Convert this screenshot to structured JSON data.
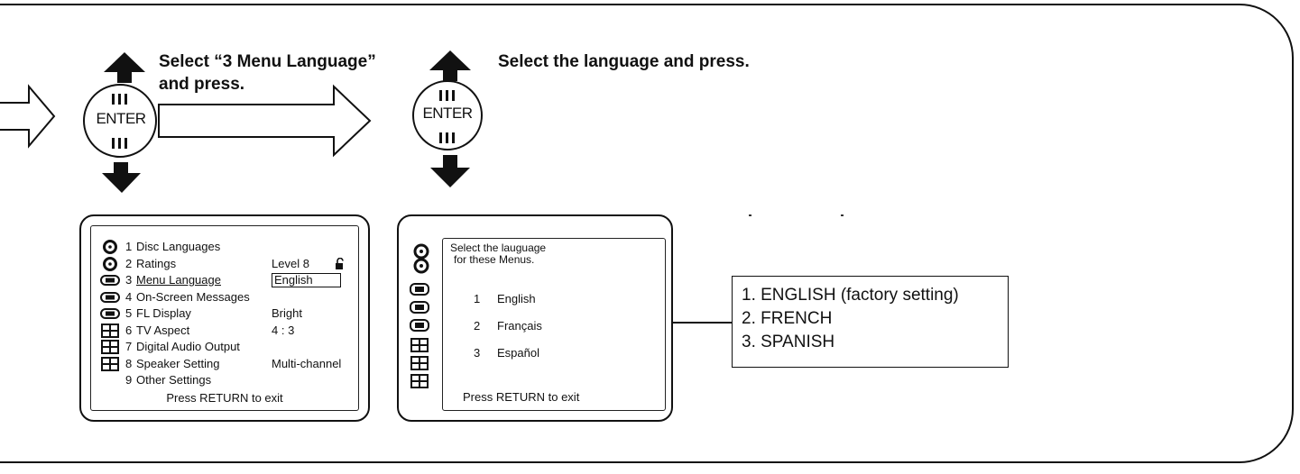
{
  "instructions": {
    "step1_line1": "Select “3 Menu Language”",
    "step1_line2": "and press.",
    "step2": "Select the language and press."
  },
  "enter_button": {
    "label": "ENTER"
  },
  "setup_menu": {
    "items": [
      {
        "num": "1",
        "label": "Disc Languages",
        "value": "",
        "icon": "disc-icon"
      },
      {
        "num": "2",
        "label": "Ratings",
        "value": "Level  8",
        "icon": "disc-icon"
      },
      {
        "num": "3",
        "label": "Menu Language",
        "value": "English",
        "icon": "video-icon"
      },
      {
        "num": "4",
        "label": "On-Screen Messages",
        "value": "",
        "icon": "video-icon"
      },
      {
        "num": "5",
        "label": "FL Display",
        "value": "Bright",
        "icon": "video-icon"
      },
      {
        "num": "6",
        "label": "TV Aspect",
        "value": "4 : 3",
        "icon": "speaker-icon"
      },
      {
        "num": "7",
        "label": "Digital Audio Output",
        "value": "",
        "icon": "speaker-icon"
      },
      {
        "num": "8",
        "label": "Speaker Setting",
        "value": "Multi-channel",
        "icon": "speaker-icon"
      },
      {
        "num": "9",
        "label": "Other Settings",
        "value": "",
        "icon": ""
      }
    ],
    "footer": "Press RETURN to exit"
  },
  "language_menu": {
    "header_line1": "Select the lauguage",
    "header_line2": "for these Menus.",
    "options": [
      {
        "num": "1",
        "label": "English"
      },
      {
        "num": "2",
        "label": "Français"
      },
      {
        "num": "3",
        "label": "Español"
      }
    ],
    "footer": "Press RETURN to exit"
  },
  "settings_box": {
    "lines": [
      "1. ENGLISH (factory setting)",
      "2. FRENCH",
      "3. SPANISH"
    ]
  }
}
